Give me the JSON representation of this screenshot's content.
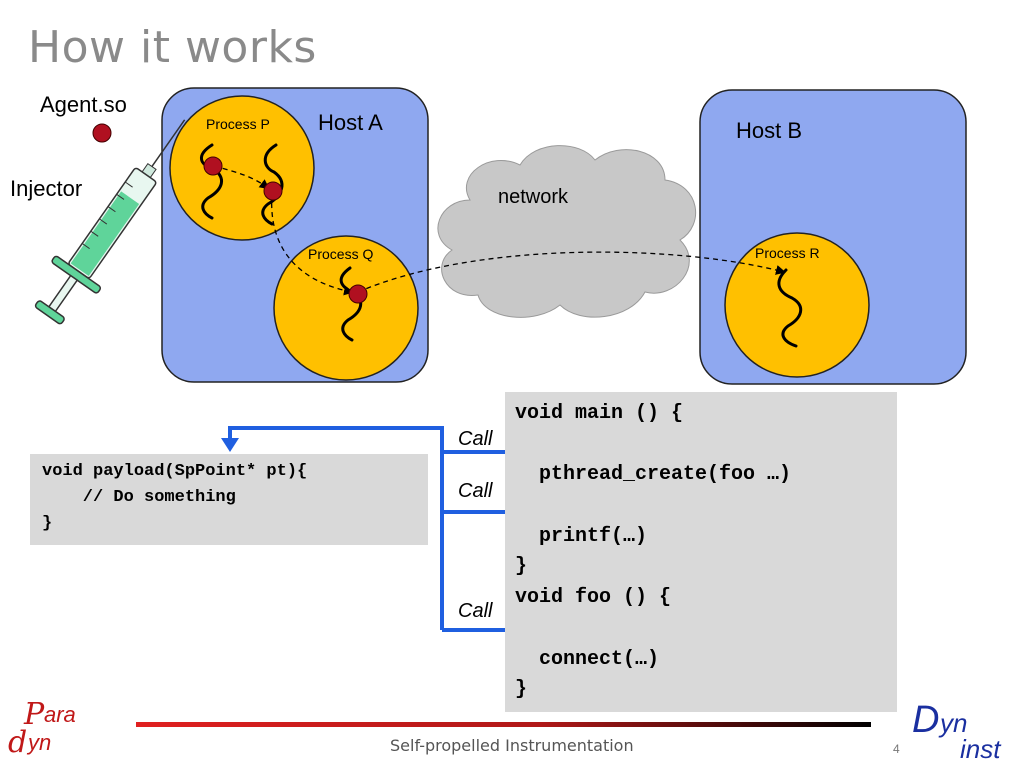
{
  "title": "How it works",
  "labels": {
    "agent": "Agent.so",
    "injector": "Injector",
    "host_a": "Host A",
    "host_b": "Host B",
    "network": "network",
    "process_p": "Process P",
    "process_q": "Process Q",
    "process_r": "Process R"
  },
  "payload_code": [
    "void payload(SpPoint* pt){",
    "    // Do something",
    "}"
  ],
  "program_code": [
    "void main () {",
    "  pthread_create(foo …)",
    "  printf(…)",
    "}",
    "void foo () {",
    "  connect(…)",
    "}"
  ],
  "calls": [
    "Call",
    "Call",
    "Call"
  ],
  "footer": {
    "text": "Self-propelled Instrumentation",
    "page": "4"
  },
  "logos": {
    "paradyn": "Paradyn",
    "dyninst": "Dyninst"
  },
  "colors": {
    "host": "#8fa8f0",
    "process": "#ffc000",
    "point": "#b01020",
    "arrow": "#1f5fe0",
    "cloud": "#c8c8c8",
    "code_bg": "#d9d9d9"
  }
}
